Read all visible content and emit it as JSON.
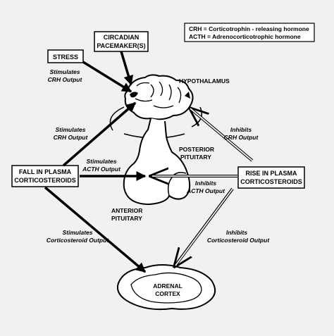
{
  "legend": {
    "line1": "CRH = Corticotrophin - releasing hormone",
    "line2": "ACTH = Adrenocorticotrophic hormone"
  },
  "boxes": {
    "stress": "STRESS",
    "circadian_line1": "CIRCADIAN",
    "circadian_line2": "PACEMAKER(S)",
    "fall_line1": "FALL IN PLASMA",
    "fall_line2": "CORTICOSTEROIDS",
    "rise_line1": "RISE IN PLASMA",
    "rise_line2": "CORTICOSTEROIDS"
  },
  "structures": {
    "hypothalamus": "HYPOTHALAMUS",
    "posterior_line1": "POSTERIOR",
    "posterior_line2": "PITUITARY",
    "anterior_line1": "ANTERIOR",
    "anterior_line2": "PITUITARY",
    "adrenal_line1": "ADRENAL",
    "adrenal_line2": "CORTEX"
  },
  "arrow_labels": {
    "stim_crh_top_1": "Stimulates",
    "stim_crh_top_2": "CRH Output",
    "stim_crh_mid_1": "Stimulates",
    "stim_crh_mid_2": "CRH Output",
    "stim_acth_1": "Stimulates",
    "stim_acth_2": "ACTH Output",
    "inhib_crh_1": "Inhibits",
    "inhib_crh_2": "CRH Output",
    "inhib_acth_1": "Inhibits",
    "inhib_acth_2": "ACTH Output",
    "stim_cort_1": "Stimulates",
    "stim_cort_2": "Corticosteroid Output",
    "inhib_cort_1": "Inhibits",
    "inhib_cort_2": "Corticosteroid Output"
  },
  "colors": {
    "background": "#f1f1f1",
    "ink": "#000000",
    "box_fill": "#ffffff"
  }
}
